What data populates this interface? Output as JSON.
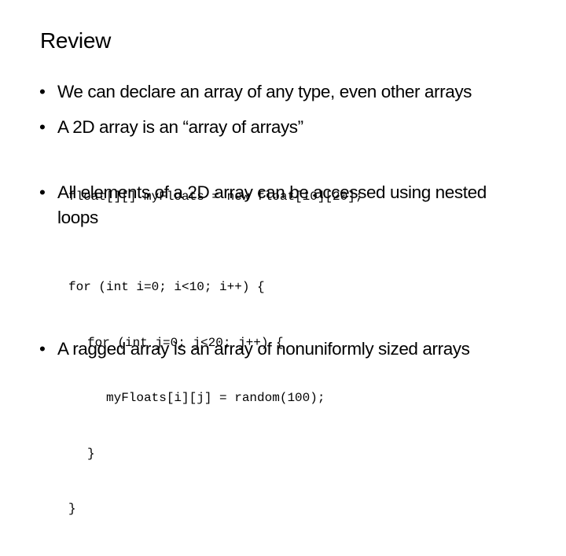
{
  "slide": {
    "title": "Review",
    "bullets": [
      {
        "text": "We can declare an array of any type, even other arrays"
      },
      {
        "text": "A 2D array is an “array of arrays”"
      },
      {
        "text": "All elements of a 2D array can be accessed using nested loops"
      },
      {
        "text": "A ragged array is an array of nonuniformly sized arrays"
      }
    ],
    "bullet_symbol": "•",
    "code_block_1": [
      "float[][] myFloats = new float[10][20];"
    ],
    "code_block_2": [
      "for (int i=0; i<10; i++) {",
      "for (int j=0; j<20; j++) {",
      "myFloats[i][j] = random(100);",
      "}",
      "}"
    ]
  }
}
